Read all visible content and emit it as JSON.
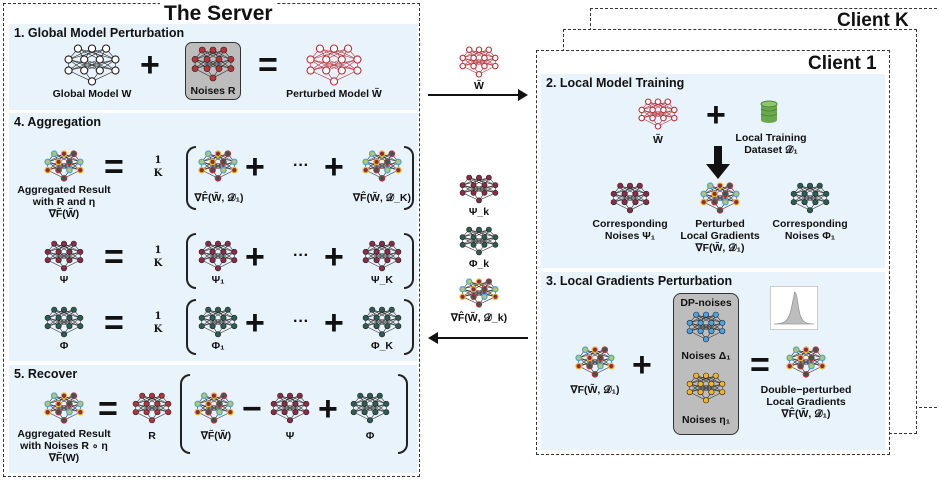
{
  "server": {
    "title": "The Server",
    "s1": {
      "title": "1. Global Model Perturbation",
      "global_model": "Global Model W",
      "noises": "Noises R",
      "perturbed": "Perturbed Model W̃"
    },
    "s4": {
      "title": "4. Aggregation",
      "frac": "1/K",
      "agg_label_l1": "Aggregated Result",
      "agg_label_l2": "with R and η",
      "agg_label_l3": "∇F̃(W̃)",
      "term_first_1": "∇F̂(W̃, 𝒟₁)",
      "term_last_1": "∇F̂(W̃, 𝒟_K)",
      "psi": "Ψ",
      "psi_1": "Ψ₁",
      "psi_K": "Ψ_K",
      "phi": "Φ",
      "phi_1": "Φ₁",
      "phi_K": "Φ_K",
      "dots": "···"
    },
    "s5": {
      "title": "5. Recover",
      "label_l1": "Aggregated Result",
      "label_l2": "with Noises R ∘ η",
      "label_l3": "∇F̃(W)",
      "R": "R",
      "grad": "∇F̃(W̃)",
      "psi": "Ψ",
      "phi": "Φ"
    }
  },
  "middle": {
    "top_label": "W̃",
    "psi_k": "Ψ_k",
    "phi_k": "Φ_k",
    "grad_k": "∇F̂(W̃, 𝒟_k)"
  },
  "clients": {
    "client_k": "Client K",
    "client_1": "Client 1",
    "s2": {
      "title": "2. Local Model Training",
      "model": "W̃",
      "dataset_l1": "Local Training",
      "dataset_l2": "Dataset 𝒟₁",
      "cn_psi_l1": "Corresponding",
      "cn_psi_l2": "Noises Ψ₁",
      "plg_l1": "Perturbed",
      "plg_l2": "Local Gradients",
      "plg_l3": "∇F(W̃, 𝒟₁)",
      "cn_phi_l1": "Corresponding",
      "cn_phi_l2": "Noises Φ₁"
    },
    "s3": {
      "title": "3. Local Gradients Perturbation",
      "grad": "∇F(W̃, 𝒟₁)",
      "dp": "DP-noises",
      "delta": "Noises Δ₁",
      "eta": "Noises η₁",
      "dp_l1": "Double−perturbed",
      "dp_l2": "Local Gradients",
      "dp_l3": "∇F̂(W̃, 𝒟₁)"
    }
  },
  "colors": {
    "panel": "#e8f3fb",
    "red": "#b8323a",
    "maroon": "#8c2a48",
    "teal": "#2d5c52",
    "olive": "#bcc65a",
    "blue": "#4aa3e6",
    "orange": "#f2b426",
    "gray": "#bfbfbf"
  }
}
